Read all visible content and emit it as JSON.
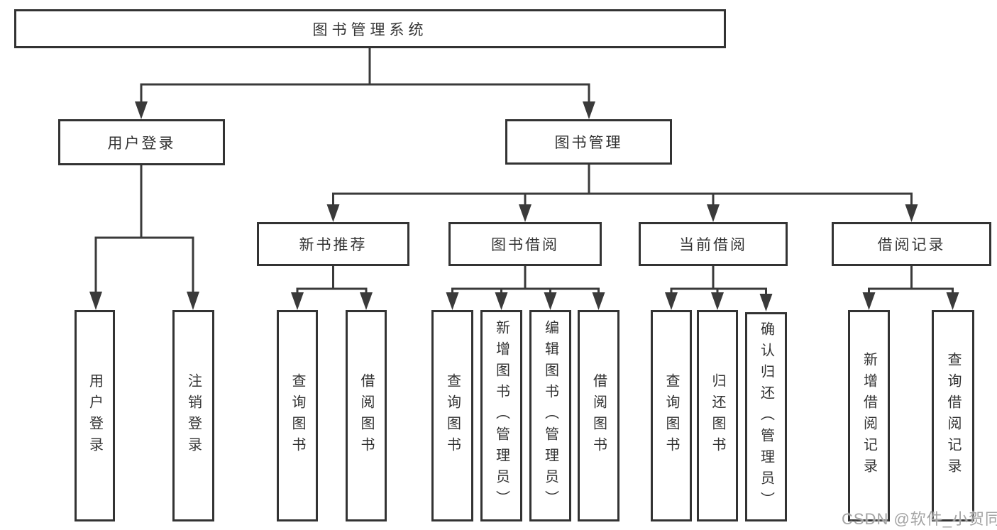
{
  "nodes": {
    "root": "图书管理系统",
    "user_login": "用户登录",
    "book_mgmt": "图书管理",
    "new_book_rec": "新书推荐",
    "book_borrow": "图书借阅",
    "current_borrow": "当前借阅",
    "borrow_records": "借阅记录",
    "leaf_user_login": "用户登录",
    "leaf_logout": "注销登录",
    "leaf_query_books_1": "查询图书",
    "leaf_borrow_books_1": "借阅图书",
    "leaf_query_books_2": "查询图书",
    "leaf_add_books_admin": "新增图书（管理员）",
    "leaf_edit_books_admin": "编辑图书（管理员）",
    "leaf_borrow_books_2": "借阅图书",
    "leaf_query_books_3": "查询图书",
    "leaf_return_books": "归还图书",
    "leaf_confirm_return_admin": "确认归还（管理员）",
    "leaf_add_borrow_record": "新增借阅记录",
    "leaf_query_borrow_record": "查询借阅记录"
  },
  "watermark": "CSDN @软件_小贺同学",
  "colors": {
    "line": "#3a3a3a",
    "box_border": "#333333",
    "text": "#333333",
    "watermark": "#a3a3a3",
    "background": "#ffffff"
  }
}
